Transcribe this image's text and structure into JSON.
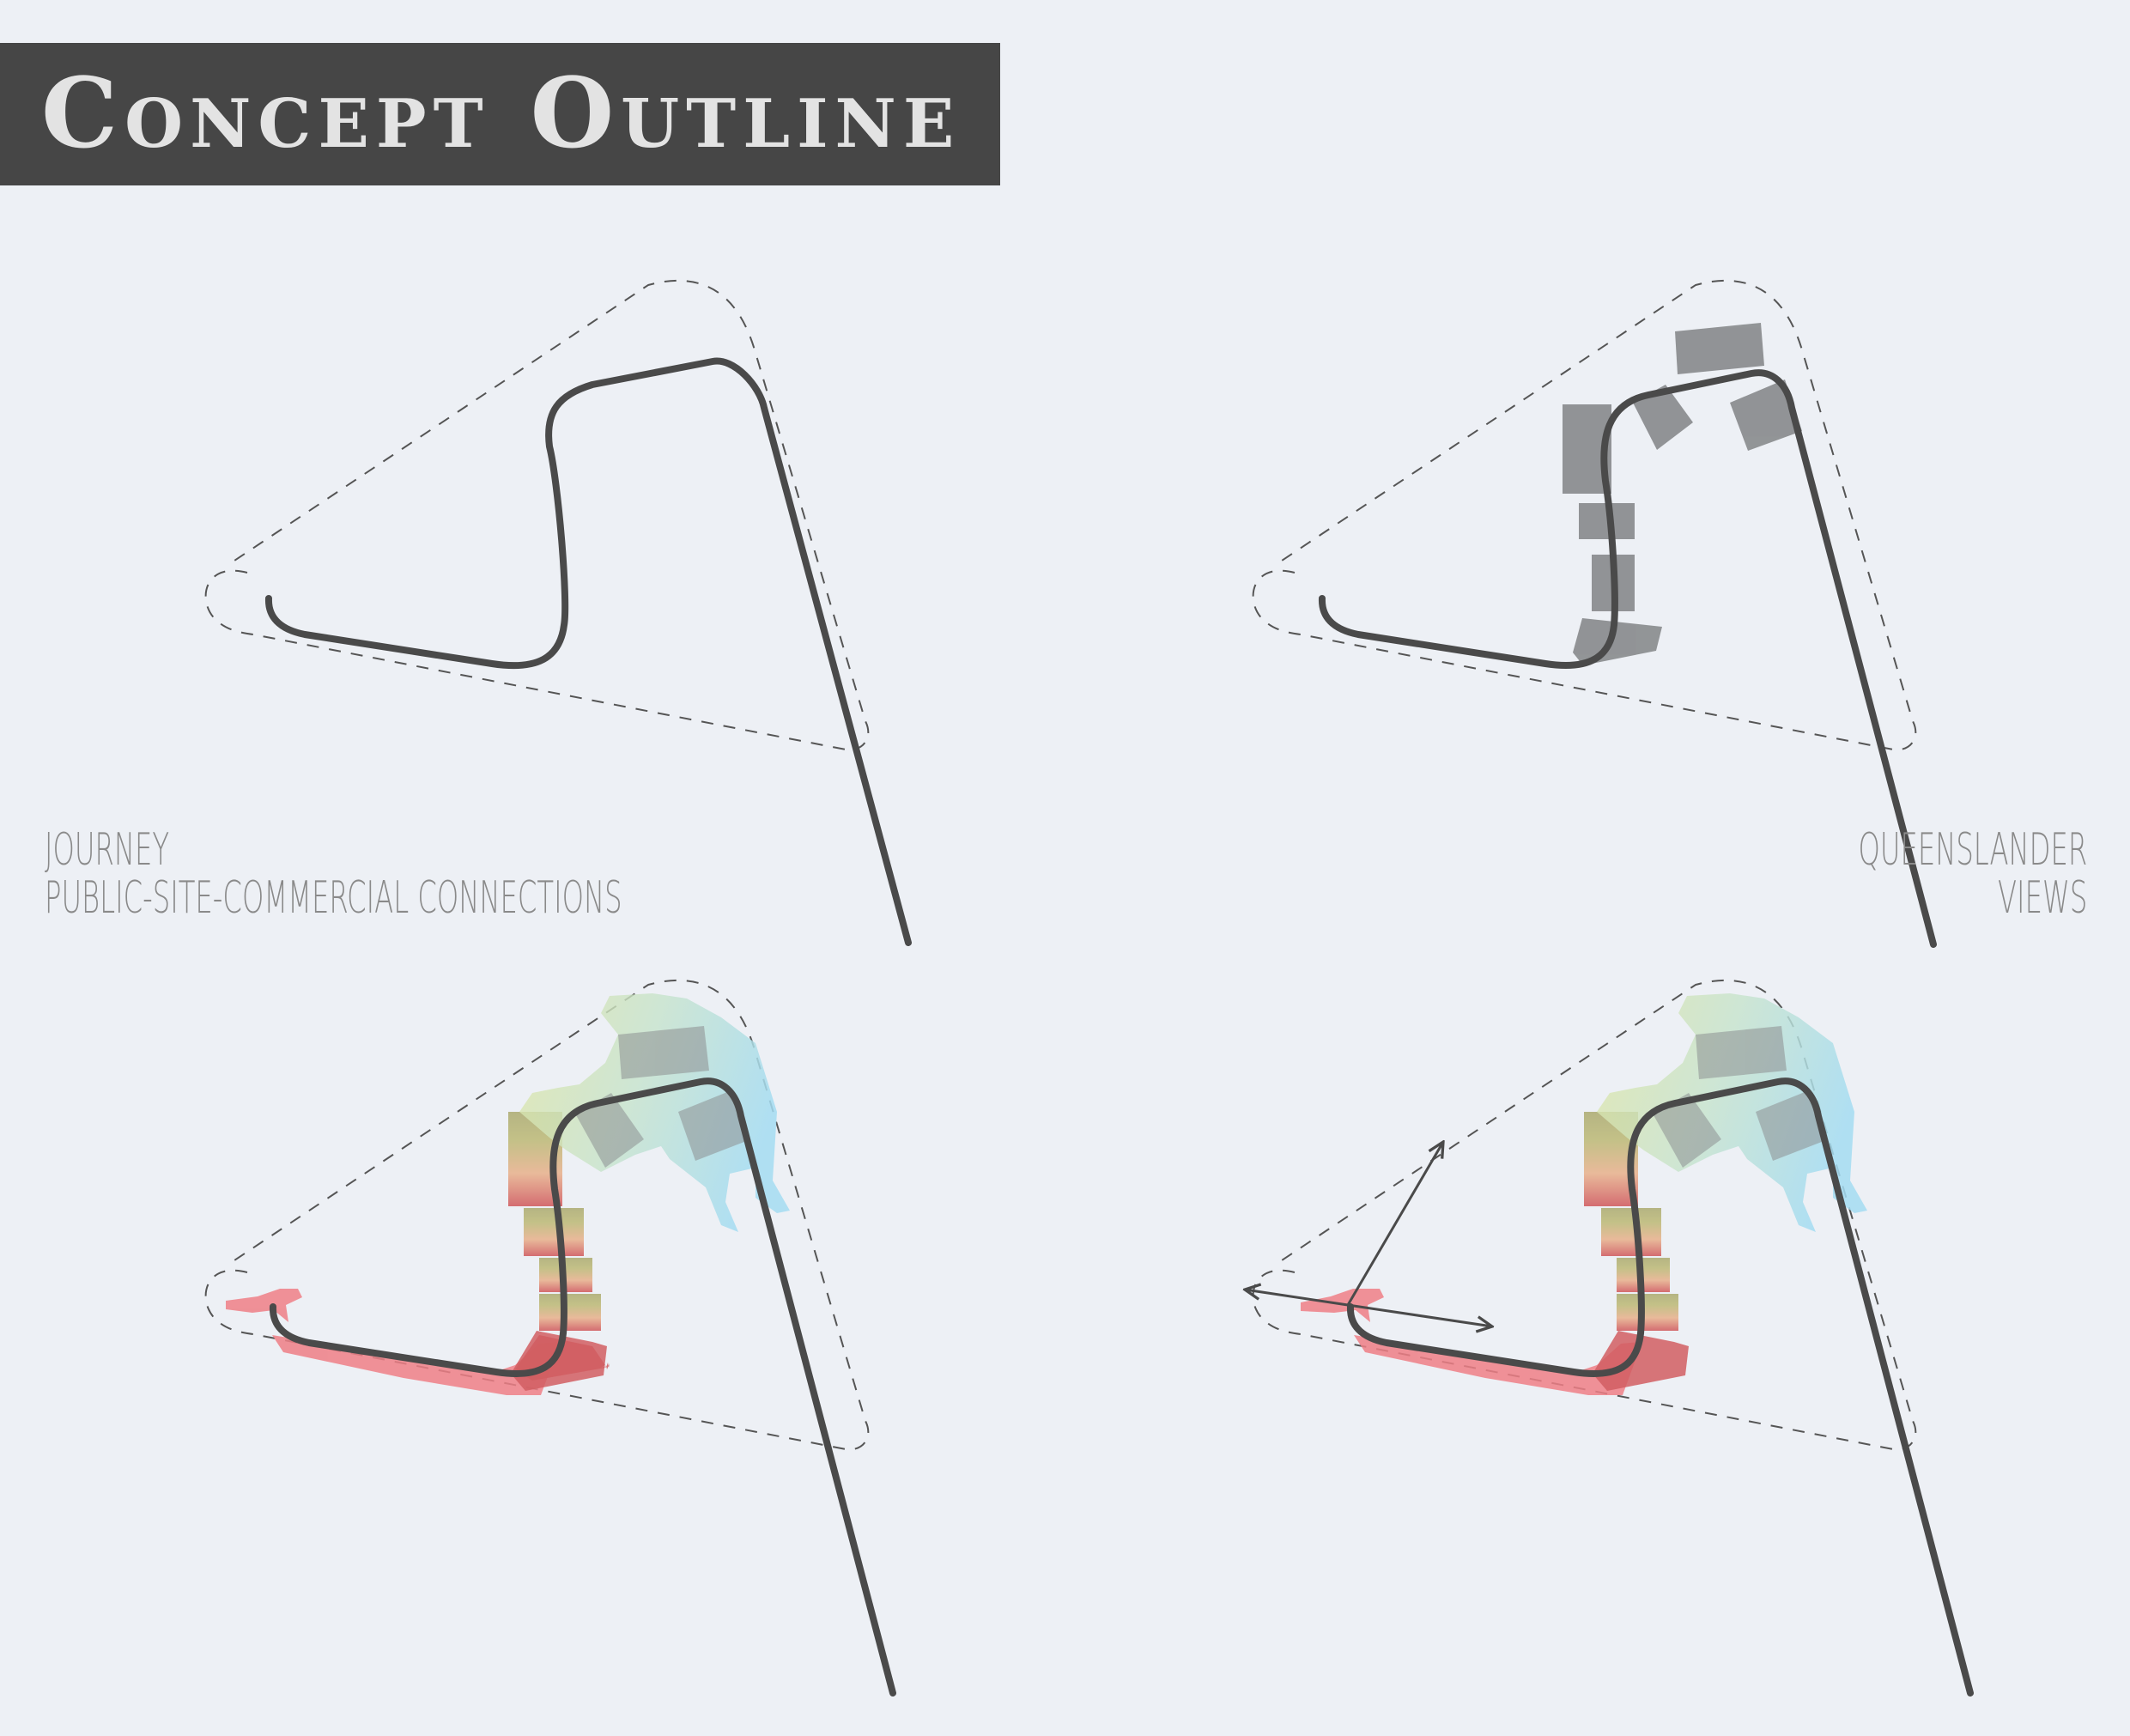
{
  "header": {
    "title": "Concept Outline"
  },
  "captions": {
    "left": [
      "JOURNEY",
      "PUBLIC-SITE-COMMERCIAL CONNECTIONS"
    ],
    "right": [
      "QUEENSLANDER",
      "VIEWS"
    ]
  },
  "colors": {
    "background": "#edf0f5",
    "title_bar": "#464646",
    "title_text": "#e3e3e3",
    "path_line": "#4a4a4a",
    "site_boundary": "#555555",
    "blocks": "#8d8f91",
    "public_zone": "#ef7f86",
    "site_zone": "#c9b98c",
    "commercial_zone": "#9fd6ee",
    "caption_text": "#8a8a8a"
  }
}
